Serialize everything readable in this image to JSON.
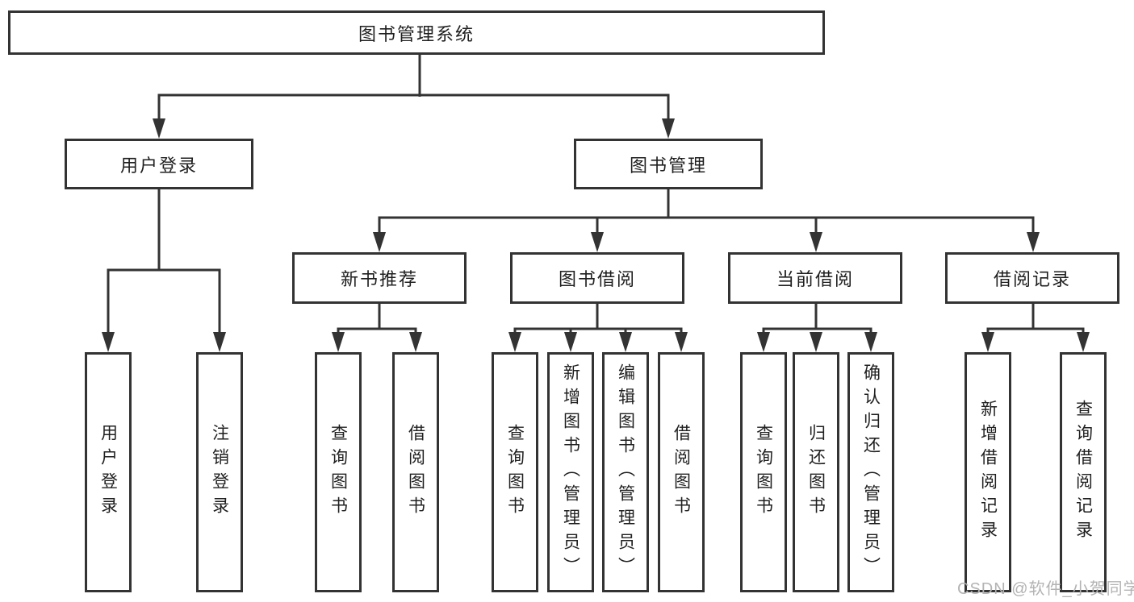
{
  "diagram": {
    "title": "图书管理系统",
    "root": {
      "label": "图书管理系统"
    },
    "branches": [
      {
        "label": "用户登录",
        "children": [
          {
            "label": "用户登录"
          },
          {
            "label": "注销登录"
          }
        ]
      },
      {
        "label": "图书管理",
        "children": [
          {
            "label": "新书推荐",
            "children": [
              {
                "label": "查询图书"
              },
              {
                "label": "借阅图书"
              }
            ]
          },
          {
            "label": "图书借阅",
            "children": [
              {
                "label": "查询图书"
              },
              {
                "label": "新增图书（管理员）"
              },
              {
                "label": "编辑图书（管理员）"
              },
              {
                "label": "借阅图书"
              }
            ]
          },
          {
            "label": "当前借阅",
            "children": [
              {
                "label": "查询图书"
              },
              {
                "label": "归还图书"
              },
              {
                "label": "确认归还（管理员）"
              }
            ]
          },
          {
            "label": "借阅记录",
            "children": [
              {
                "label": "新增借阅记录"
              },
              {
                "label": "查询借阅记录"
              }
            ]
          }
        ]
      }
    ]
  },
  "watermark": {
    "text": "CSDN @软件_小贺同学"
  },
  "colors": {
    "line": "#333333",
    "box_border": "#333333",
    "box_fill": "#ffffff",
    "text": "#1f1f1f",
    "watermark": "#b3b3b3",
    "background": "#ffffff"
  }
}
